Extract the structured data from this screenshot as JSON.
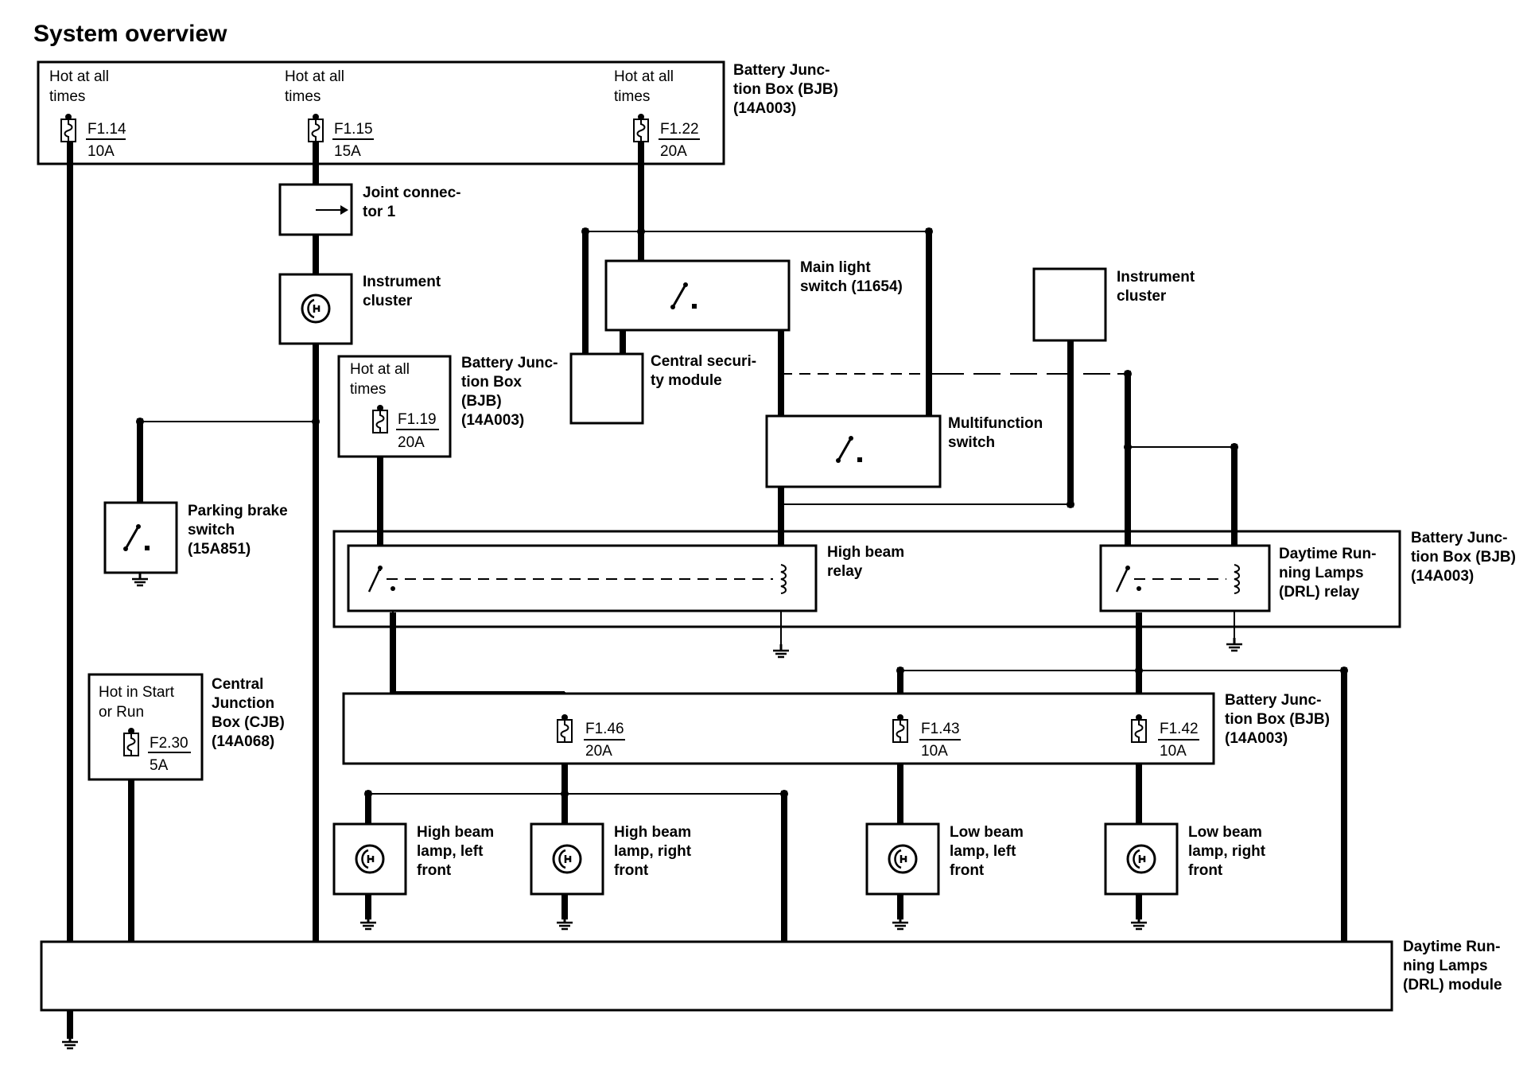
{
  "title": "System overview",
  "hot_at_all_times": [
    "Hot at all",
    "times"
  ],
  "hot_in_start_or_run": [
    "Hot in Start",
    "or Run"
  ],
  "fuses": [
    {
      "id": "F1.14",
      "rating": "10A"
    },
    {
      "id": "F1.15",
      "rating": "15A"
    },
    {
      "id": "F1.22",
      "rating": "20A"
    },
    {
      "id": "F1.19",
      "rating": "20A"
    },
    {
      "id": "F2.30",
      "rating": "5A"
    },
    {
      "id": "F1.46",
      "rating": "20A"
    },
    {
      "id": "F1.43",
      "rating": "10A"
    },
    {
      "id": "F1.42",
      "rating": "10A"
    }
  ],
  "components": {
    "bjb_top": [
      "Battery Junc-",
      "tion Box (BJB)",
      "(14A003)"
    ],
    "joint_connector": [
      "Joint connec-",
      "tor 1"
    ],
    "instrument_cluster_left": [
      "Instrument",
      "cluster"
    ],
    "bjb_mid": [
      "Battery Junc-",
      "tion Box",
      "(BJB)",
      "(14A003)"
    ],
    "main_light_switch": [
      "Main light",
      "switch (11654)"
    ],
    "central_security_module": [
      "Central securi-",
      "ty module"
    ],
    "instrument_cluster_right": [
      "Instrument",
      "cluster"
    ],
    "multifunction_switch": [
      "Multifunction",
      "switch"
    ],
    "parking_brake_switch": [
      "Parking brake",
      "switch",
      "(15A851)"
    ],
    "high_beam_relay": [
      "High beam",
      "relay"
    ],
    "drl_relay": [
      "Daytime Run-",
      "ning Lamps",
      "(DRL) relay"
    ],
    "bjb_relays": [
      "Battery Junc-",
      "tion Box (BJB)",
      "(14A003)"
    ],
    "cjb": [
      "Central",
      "Junction",
      "Box (CJB)",
      "(14A068)"
    ],
    "bjb_lower": [
      "Battery Junc-",
      "tion Box (BJB)",
      "(14A003)"
    ],
    "high_beam_left": [
      "High beam",
      "lamp, left",
      "front"
    ],
    "high_beam_right": [
      "High beam",
      "lamp, right",
      "front"
    ],
    "low_beam_left": [
      "Low beam",
      "lamp, left",
      "front"
    ],
    "low_beam_right": [
      "Low beam",
      "lamp, right",
      "front"
    ],
    "drl_module": [
      "Daytime Run-",
      "ning Lamps",
      "(DRL) module"
    ]
  }
}
